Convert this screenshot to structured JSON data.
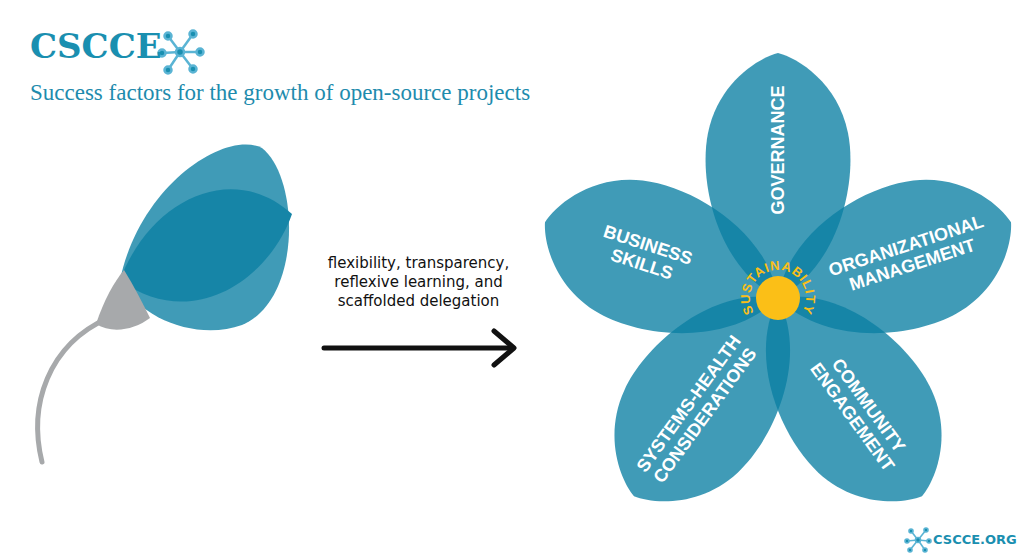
{
  "diagram": {
    "title": "Success factors for the growth of open-source projects",
    "nodes": [
      {
        "text": [
          "GOVERNANCE"
        ]
      },
      {
        "text": [
          "BUSINESS SKILLS"
        ]
      },
      {
        "text": [
          "ORGANIZATIONAL MANAGEMENT"
        ]
      },
      {
        "text": [
          "SUSTAINABILITY"
        ]
      },
      {
        "text": [
          "SYSTEMS-HEALTH CONSIDERATIONS"
        ]
      },
      {
        "text": [
          "COMMUNITY ENGAGEMENT"
        ]
      }
    ],
    "labels": [
      "CSCCE",
      "flexibility, transparency, reflexive learning, and scaffolded delegation",
      "CSCCE.ORG"
    ]
  }
}
